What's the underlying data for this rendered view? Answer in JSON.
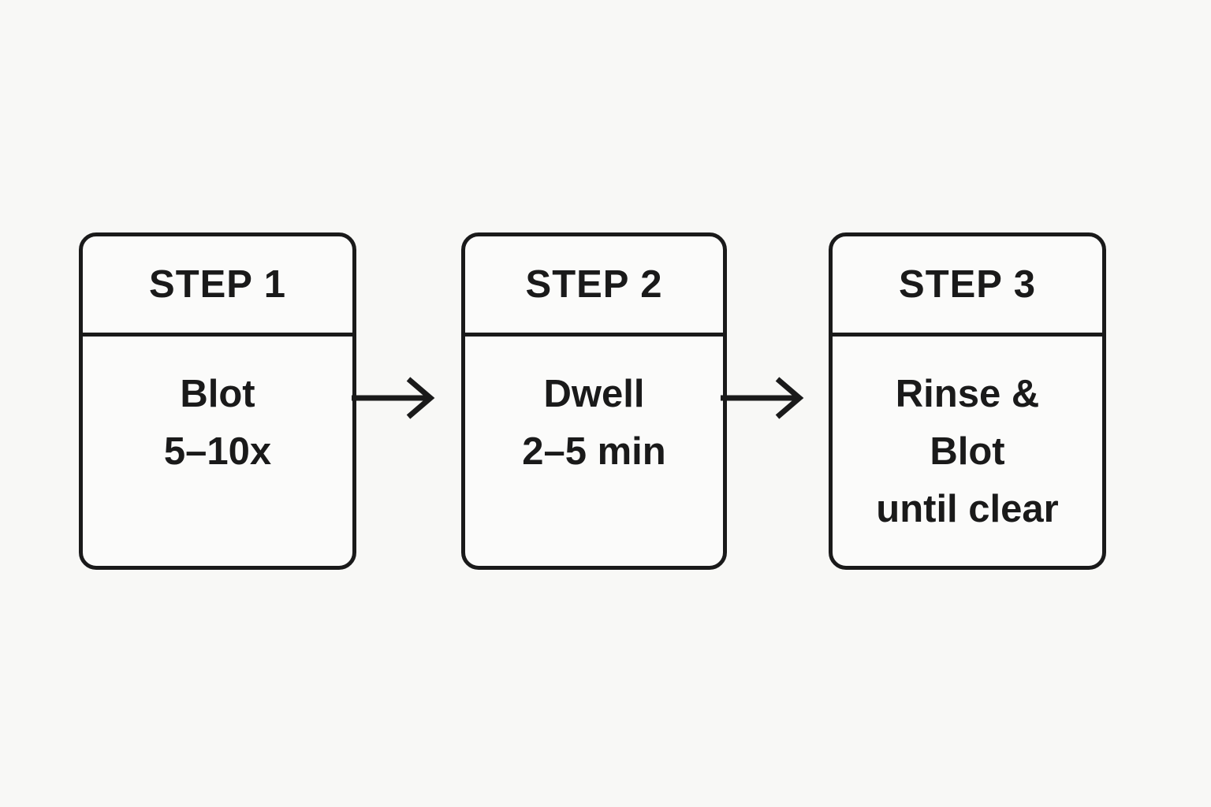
{
  "diagram": {
    "type": "process-flow",
    "direction": "left-to-right",
    "steps": [
      {
        "header": "STEP 1",
        "lines": [
          "Blot",
          "5–10x"
        ]
      },
      {
        "header": "STEP 2",
        "lines": [
          "Dwell",
          "2–5 min"
        ]
      },
      {
        "header": "STEP 3",
        "lines": [
          "Rinse &",
          "Blot",
          "until clear"
        ]
      }
    ],
    "connectors": [
      {
        "from": "STEP 1",
        "to": "STEP 2",
        "glyph": "arrow-right"
      },
      {
        "from": "STEP 2",
        "to": "STEP 3",
        "glyph": "arrow-right"
      }
    ],
    "colors": {
      "background": "#f8f8f6",
      "box_fill": "#fbfbfa",
      "stroke": "#1a1a1a",
      "text": "#1a1a1a"
    }
  }
}
